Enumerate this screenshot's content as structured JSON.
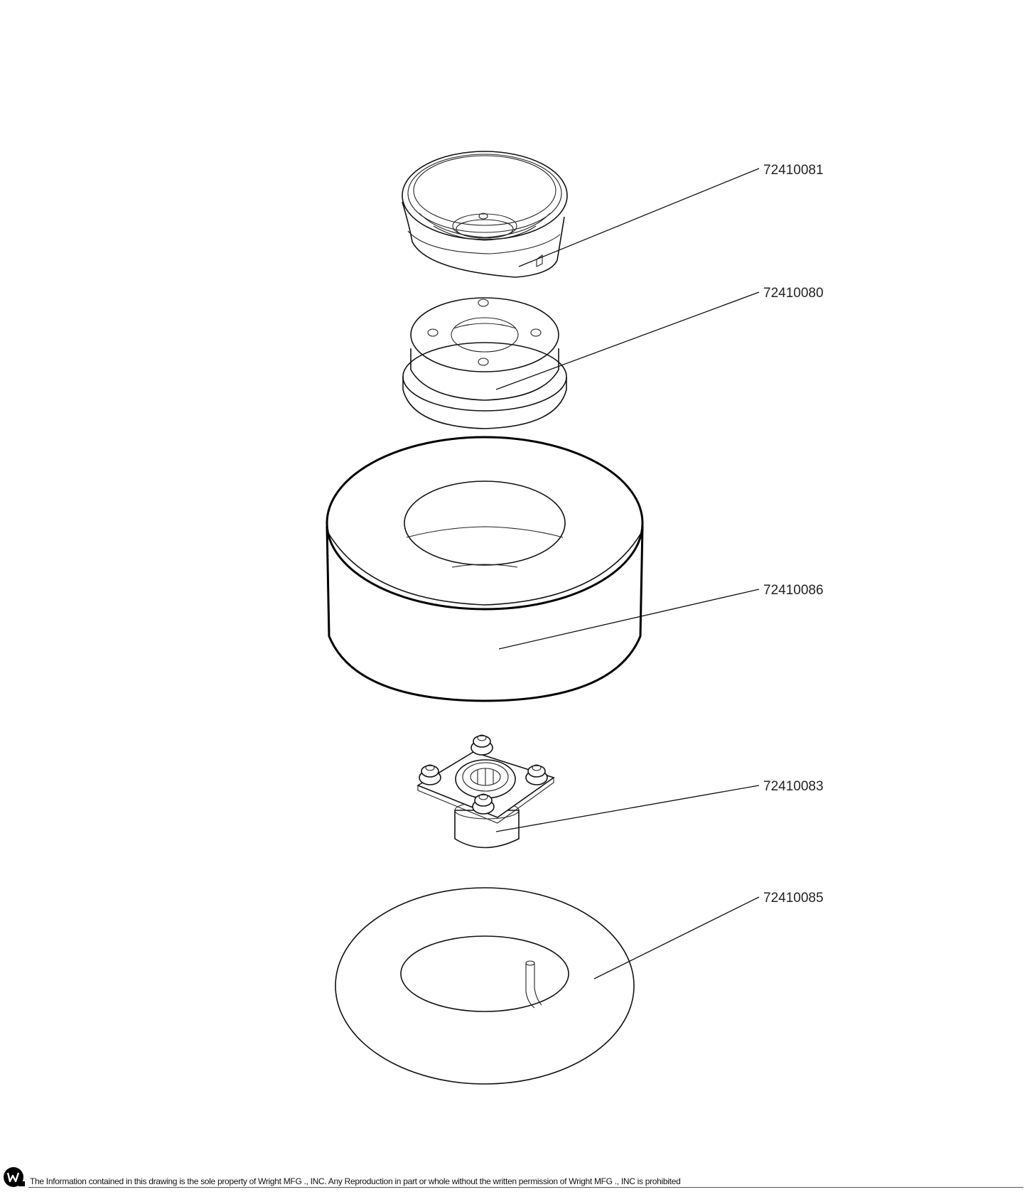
{
  "parts": [
    {
      "part_number": "72410081",
      "name": "rim-half-outer"
    },
    {
      "part_number": "72410080",
      "name": "rim-half-inner"
    },
    {
      "part_number": "72410086",
      "name": "tire"
    },
    {
      "part_number": "72410083",
      "name": "hub-assembly"
    },
    {
      "part_number": "72410085",
      "name": "inner-tube"
    }
  ],
  "footer": {
    "disclaimer": "The Information contained in this drawing is the sole property of Wright MFG ., INC. Any Reproduction in part or whole without the written permission of Wright MFG ., INC is prohibited"
  }
}
